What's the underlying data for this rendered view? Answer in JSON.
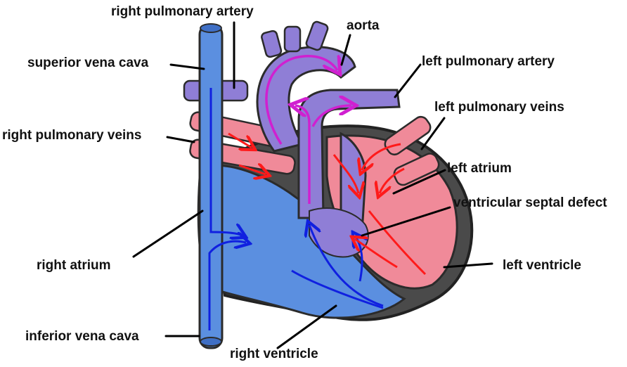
{
  "labels": {
    "right_pulmonary_artery": "right pulmonary artery",
    "aorta": "aorta",
    "superior_vena_cava": "superior vena cava",
    "left_pulmonary_artery": "left pulmonary artery",
    "left_pulmonary_veins": "left pulmonary veins",
    "right_pulmonary_veins": "right pulmonary veins",
    "left_atrium": "left atrium",
    "ventricular_septal_defect": "ventricular septal defect",
    "right_atrium": "right atrium",
    "left_ventricle": "left ventricle",
    "inferior_vena_cava": "inferior vena cava",
    "right_ventricle": "right ventricle"
  },
  "colors": {
    "deoxygenated": "#5b8fe0",
    "oxygenated": "#f08a99",
    "mixed": "#8f7ed6",
    "outline": "#2b2b2b",
    "arrow_blue": "#1020e0",
    "arrow_red": "#ff1a1a",
    "arrow_magenta": "#d020d0"
  }
}
